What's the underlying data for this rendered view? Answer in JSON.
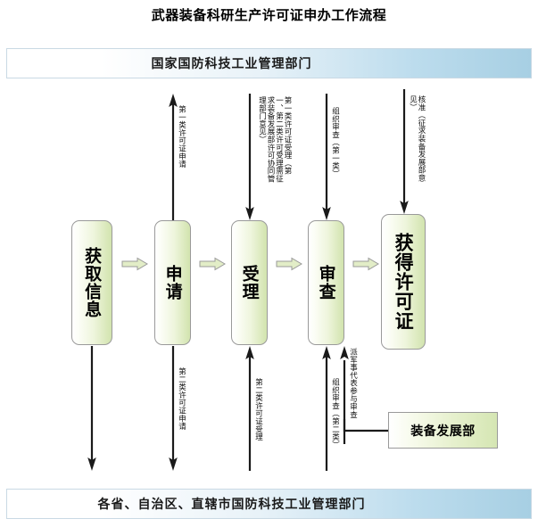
{
  "title": "武器装备科研生产许可证申办工作流程",
  "banners": {
    "top": "国家国防科技工业管理部门",
    "bottom": "各省、自治区、直辖市国防科技工业管理部门"
  },
  "process_boxes": [
    {
      "id": "info",
      "label": "获取信息"
    },
    {
      "id": "apply",
      "label": "申请"
    },
    {
      "id": "accept",
      "label": "受理"
    },
    {
      "id": "review",
      "label": "审查"
    },
    {
      "id": "obtain",
      "label": "获得许可证"
    }
  ],
  "department_box": {
    "label": "装备发展部"
  },
  "upper_connectors": [
    {
      "id": "apply-up",
      "direction": "up",
      "label": "第一类许可证申请"
    },
    {
      "id": "accept-down",
      "direction": "down",
      "label": "第一类许可证受理（第一、第二类许可受理需征求装备发展部许可协同管理部门意见）"
    },
    {
      "id": "review-down",
      "direction": "down",
      "label": "组织审查（第一类）"
    },
    {
      "id": "obtain-down",
      "direction": "down",
      "label": "核准（征求装备发展部意见）"
    }
  ],
  "lower_connectors": [
    {
      "id": "info-down",
      "direction": "down",
      "label": ""
    },
    {
      "id": "apply-down",
      "direction": "down",
      "label": "第二类许可证申请"
    },
    {
      "id": "accept-up",
      "direction": "up",
      "label": "第二类许可证受理"
    },
    {
      "id": "review-up",
      "direction": "up",
      "label": "组织审查（第二类）"
    },
    {
      "id": "military-up",
      "direction": "up",
      "label": "派军事代表参与审查"
    }
  ],
  "flow_arrows": [
    {
      "id": "info-to-apply"
    },
    {
      "id": "apply-to-accept"
    },
    {
      "id": "accept-to-review"
    },
    {
      "id": "review-to-obtain"
    }
  ],
  "colors": {
    "box_fill_light": "#ffffff",
    "box_fill_green": "#d2e4ae",
    "box_border": "#9a9a9a",
    "banner_blue": "#a7cfe3",
    "arrow_green": "#dce8bd",
    "line": "#1a1a1a"
  }
}
